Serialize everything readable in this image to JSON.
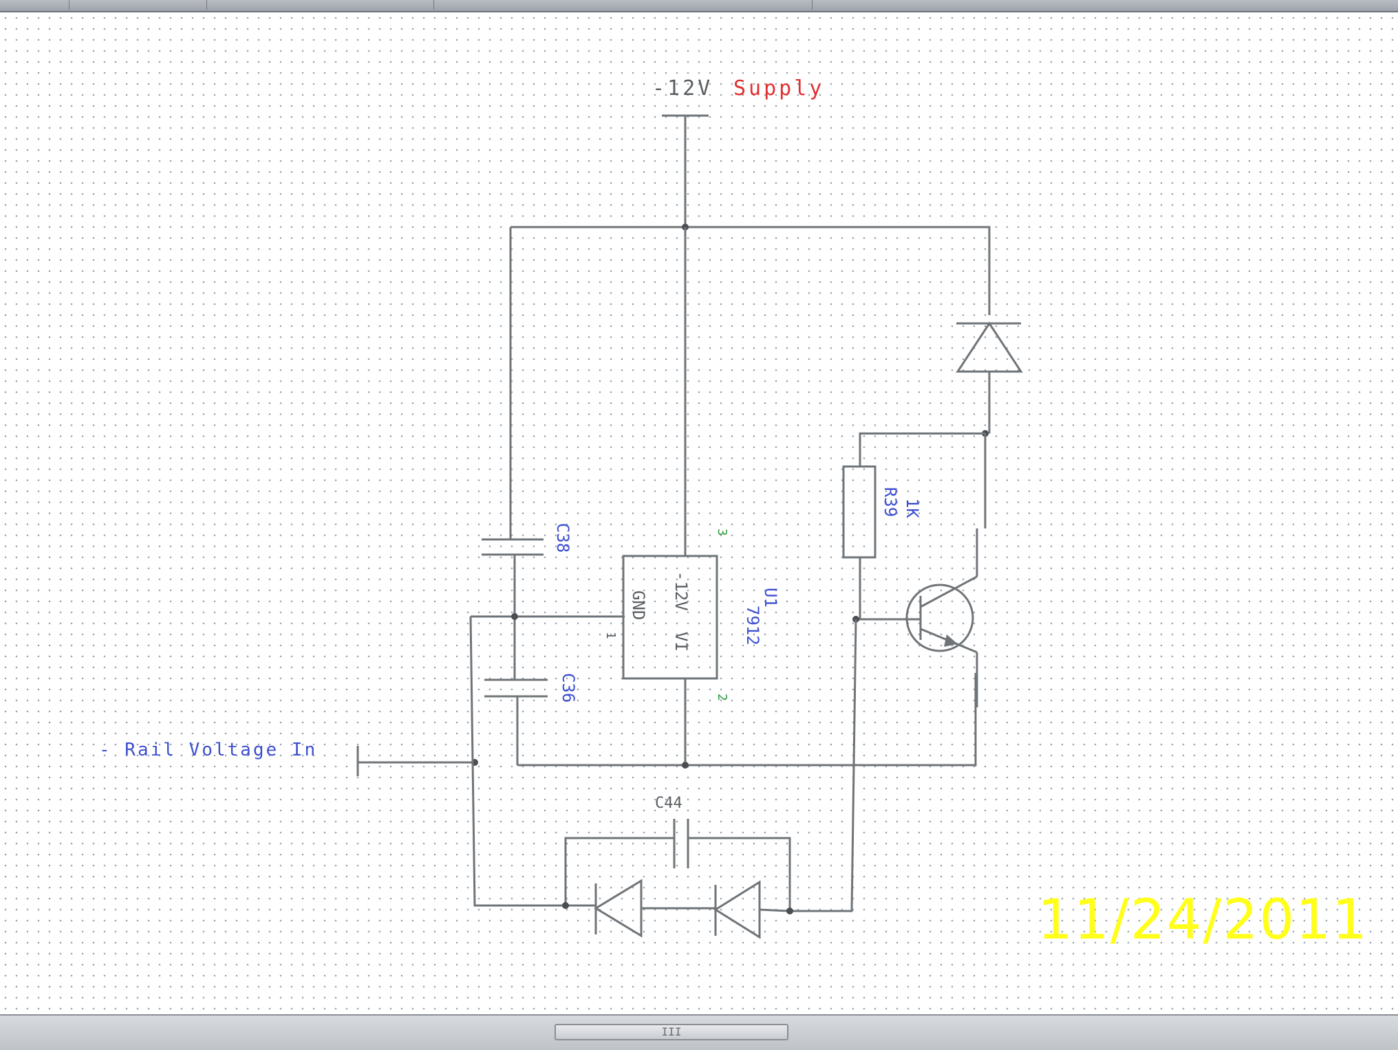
{
  "app": {
    "toolbar": {
      "items": [
        "toolbar-button",
        "toolbar-button",
        "toolbar-button",
        "toolbar-button"
      ]
    }
  },
  "schematic": {
    "supply_label_prefix": "-12V",
    "supply_label_word": "Supply",
    "rail_input_label": "- Rail Voltage In",
    "components": {
      "c38": {
        "ref": "C38"
      },
      "c36": {
        "ref": "C36"
      },
      "c44": {
        "ref": "C44"
      },
      "u1": {
        "ref": "U1",
        "part": "7912",
        "pin_gnd": "GND",
        "pin_vout": "-12V",
        "pin_vin": "VI",
        "pin1": "1",
        "pin2": "2",
        "pin3": "3"
      },
      "r39": {
        "ref": "R39",
        "value": "1K"
      }
    },
    "colors": {
      "wire": "#6f7478",
      "ref_text": "#3d4fd0",
      "supply_text": "#e03030",
      "pin_number": "#2a9a3a"
    }
  },
  "photo": {
    "date_stamp": "11/24/2011",
    "date_color": "#ffff1a"
  },
  "scrollbar": {
    "grip": "III"
  }
}
